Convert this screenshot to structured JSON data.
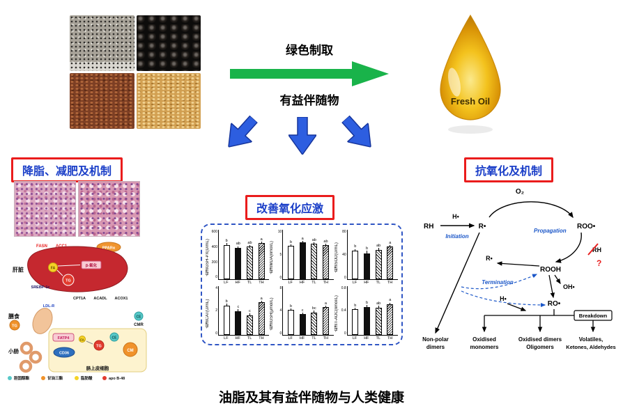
{
  "page_title": "油脂及其有益伴随物与人类健康",
  "colors": {
    "accent_red": "#ea1c1c",
    "heading_blue": "#1b3fc8",
    "green_arrow": "#19b34a",
    "blue_arrow": "#2d5ee0",
    "chart_border_blue": "#2f55c4"
  },
  "top": {
    "extraction_label": "绿色制取",
    "companion_label": "有益伴随物",
    "oil_drop_label": "Fresh Oil"
  },
  "sections": {
    "left": {
      "heading": "降脂、减肥及机制",
      "pathway": {
        "liver": "肝脏",
        "diet": "膳食",
        "intestine": "小肠",
        "epithelium": "肠上皮细胞",
        "fasn": "FASN",
        "acc1": "ACC1",
        "ppara": "PPARα",
        "beta_ox": "β-氧化",
        "srebp": "SREBP-1c",
        "cpt1a": "CPT1A",
        "acadl": "ACADL",
        "acox1": "ACOX1",
        "ldlr": "LDL-R",
        "fatp4": "FATP4",
        "cd36": "CD36",
        "fa": "FA",
        "tg": "TG",
        "ce": "CE",
        "cm": "CM",
        "cmr": "CMR",
        "legend": [
          {
            "label": "胆固醇酯",
            "color": "#57c8c8"
          },
          {
            "label": "甘油三酯",
            "color": "#f0922b"
          },
          {
            "label": "脂肪酸",
            "color": "#f5d327"
          },
          {
            "label": "apo B-48",
            "color": "#e23b2e"
          }
        ]
      }
    },
    "center": {
      "heading": "改善氧化应激"
    },
    "right": {
      "heading": "抗氧化及机制",
      "radical": {
        "o2": "O₂",
        "rh": "RH",
        "h": "H•",
        "r": "R•",
        "roo": "ROO•",
        "rooh": "ROOH",
        "oh": "OH•",
        "ro": "RO•",
        "initiation": "Initiation",
        "propagation": "Propagation",
        "termination": "Termination",
        "question": "?",
        "breakdown": "Breakdown",
        "products": [
          [
            "Non-polar",
            "dimers"
          ],
          [
            "Oxidised",
            "monomers"
          ],
          [
            "Oxidised dimers",
            "Oligomers"
          ],
          [
            "Volatiles,",
            "Ketones, Aldehydes"
          ]
        ]
      }
    }
  },
  "chart_data": [
    {
      "type": "bar",
      "title": "血清GSH-PX(U/mL)",
      "categories": [
        "LF",
        "HF",
        "TL",
        "TH"
      ],
      "values": [
        520,
        470,
        490,
        545
      ],
      "errors": [
        25,
        30,
        28,
        22
      ],
      "letters": [
        "b",
        "ab",
        "ab",
        "a"
      ],
      "ylim": [
        0,
        600
      ],
      "yticks": [
        0,
        200,
        400,
        600
      ],
      "legend_position": "none",
      "grid": false
    },
    {
      "type": "bar",
      "title": "血清MDA(nmol/L)",
      "categories": [
        "LF",
        "HF",
        "TL",
        "TH"
      ],
      "values": [
        8.4,
        9.3,
        8.9,
        8.6
      ],
      "errors": [
        0.4,
        0.3,
        0.4,
        0.4
      ],
      "letters": [
        "b",
        "a",
        "ab",
        "ab"
      ],
      "ylim": [
        0,
        10
      ],
      "yticks": [
        0,
        5,
        10
      ],
      "legend_position": "none",
      "grid": false
    },
    {
      "type": "bar",
      "title": "血清SOD(U/mL)",
      "categories": [
        "LF",
        "HF",
        "TL",
        "TH"
      ],
      "values": [
        57,
        52,
        59,
        66
      ],
      "errors": [
        4,
        5,
        4,
        3
      ],
      "letters": [
        "b",
        "b",
        "ab",
        "a"
      ],
      "ylim": [
        0,
        80
      ],
      "yticks": [
        0,
        40,
        80
      ],
      "legend_position": "none",
      "grid": false
    },
    {
      "type": "bar",
      "title": "血清CAT(U/mL)",
      "categories": [
        "LF",
        "HF",
        "TL",
        "TH"
      ],
      "values": [
        3.0,
        2.4,
        2.0,
        3.3
      ],
      "errors": [
        0.2,
        0.2,
        0.2,
        0.2
      ],
      "letters": [
        "b",
        "c",
        "c",
        "a"
      ],
      "ylim": [
        0,
        4
      ],
      "yticks": [
        0,
        2,
        4
      ],
      "legend_position": "none",
      "grid": false
    },
    {
      "type": "bar",
      "title": "血清GSH(μmol/L)",
      "categories": [
        "LF",
        "HF",
        "TL",
        "TH"
      ],
      "values": [
        5.1,
        4.3,
        4.6,
        5.7
      ],
      "errors": [
        0.3,
        0.3,
        0.3,
        0.3
      ],
      "letters": [
        "b",
        "c",
        "bc",
        "a"
      ],
      "ylim": [
        0,
        8
      ],
      "yticks": [
        0,
        4,
        8
      ],
      "legend_position": "none",
      "grid": false
    },
    {
      "type": "bar",
      "title": "血清T-AOC(nmol/L)",
      "categories": [
        "LF",
        "HF",
        "TL",
        "TH"
      ],
      "values": [
        0.52,
        0.57,
        0.55,
        0.62
      ],
      "errors": [
        0.04,
        0.04,
        0.04,
        0.04
      ],
      "letters": [
        "b",
        "b",
        "ab",
        "a"
      ],
      "ylim": [
        0,
        0.8
      ],
      "yticks": [
        0,
        0.4,
        0.8
      ],
      "legend_position": "none",
      "grid": false
    }
  ]
}
